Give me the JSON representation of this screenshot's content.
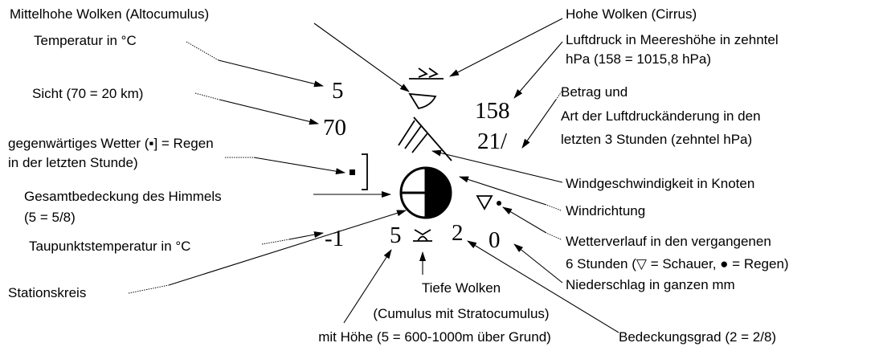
{
  "labels": {
    "altocumulus": "Mittelhohe Wolken (Altocumulus)",
    "temperature": "Temperatur in °C",
    "visibility": "Sicht (70 = 20 km)",
    "weather_line1": "gegenwärtiges Wetter (▪] = Regen",
    "weather_line2": "in der letzten Stunde)",
    "cover_line1": "Gesamtbedeckung des Himmels",
    "cover_line2": "(5 = 5/8)",
    "dewpoint": "Taupunktstemperatur in °C",
    "station_circle": "Stationskreis",
    "low_clouds_line1": "Tiefe Wolken",
    "low_clouds_line2": "(Cumulus mit Stratocumulus)",
    "low_clouds_line3": "mit Höhe (5 = 600-1000m über Grund)",
    "cloud_amount": "Bedeckungsgrad (2 = 2/8)",
    "cirrus": "Hohe Wolken (Cirrus)",
    "pressure_line1": "Luftdruck in Meereshöhe in zehntel",
    "pressure_line2": "hPa (158 = 1015,8 hPa)",
    "tendency_line1": "Betrag und",
    "tendency_line2": "Art der Luftdruckänderung in den",
    "tendency_line3": "letzten 3 Stunden (zehntel hPa)",
    "wind_speed": "Windgeschwindigkeit in Knoten",
    "wind_direction": "Windrichtung",
    "past_weather_line1": "Wetterverlauf in den vergangenen",
    "past_weather_line2": "6 Stunden (▽ = Schauer, ● = Regen)",
    "precipitation": "Niederschlag in ganzen mm"
  },
  "values": {
    "temperature": "5",
    "visibility": "70",
    "dewpoint": "-1",
    "pressure": "158",
    "pressure_tendency": "21/",
    "low_cloud_height": "5",
    "low_cloud_amount": "2",
    "precipitation": "0"
  },
  "symbols": {
    "cirrus": "cirrus-hooks-icon",
    "altocumulus": "altocumulus-icon",
    "wind_barb": "wind-barb-icon",
    "present_weather": "rain-last-hour-icon",
    "station": "half-covered-station-circle-icon",
    "past_weather": "shower-triangle-icon",
    "low_cloud": "cumulus-stratocumulus-icon"
  },
  "colors": {
    "ink": "#000000",
    "background": "#ffffff"
  }
}
